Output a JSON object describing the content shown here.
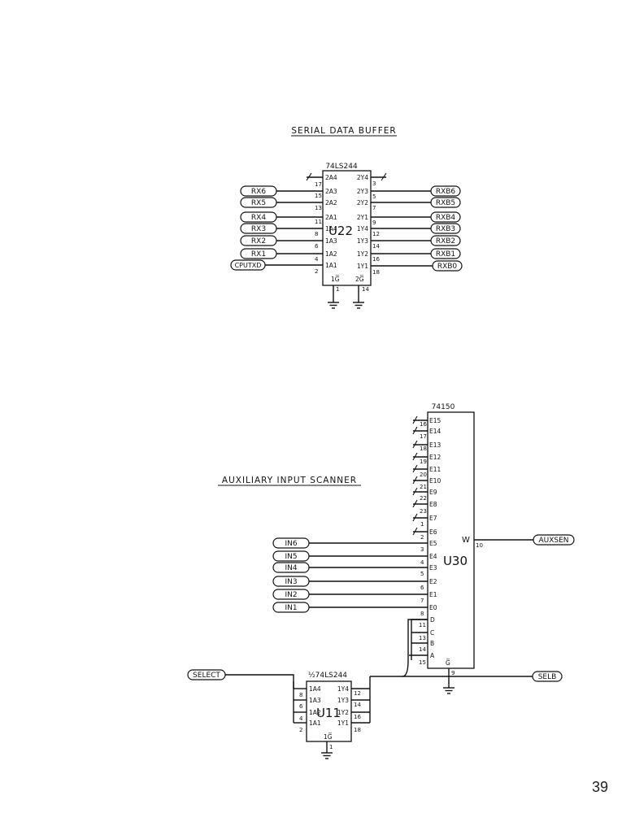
{
  "page_number": "39",
  "buffer": {
    "title": "SERIAL DATA BUFFER",
    "part": "74LS244",
    "ref": "U22",
    "left_pins": [
      {
        "name": "2A4",
        "num": "17",
        "net": ""
      },
      {
        "name": "2A3",
        "num": "15",
        "net": "RX6"
      },
      {
        "name": "2A2",
        "num": "13",
        "net": "RX5"
      },
      {
        "name": "2A1",
        "num": "11",
        "net": "RX4"
      },
      {
        "name": "1A4",
        "num": "8",
        "net": "RX3"
      },
      {
        "name": "1A3",
        "num": "6",
        "net": "RX2"
      },
      {
        "name": "1A2",
        "num": "4",
        "net": "RX1"
      },
      {
        "name": "1A1",
        "num": "2",
        "net": "CPUTXD"
      }
    ],
    "right_pins": [
      {
        "name": "2Y4",
        "num": "3",
        "net": ""
      },
      {
        "name": "2Y3",
        "num": "5",
        "net": "RXB6"
      },
      {
        "name": "2Y2",
        "num": "7",
        "net": "RXB5"
      },
      {
        "name": "2Y1",
        "num": "9",
        "net": "RXB4"
      },
      {
        "name": "1Y4",
        "num": "12",
        "net": "RXB3"
      },
      {
        "name": "1Y3",
        "num": "14",
        "net": "RXB2"
      },
      {
        "name": "1Y2",
        "num": "16",
        "net": "RXB1"
      },
      {
        "name": "1Y1",
        "num": "18",
        "net": "RXB0"
      }
    ],
    "enables": [
      {
        "name": "1G̅",
        "num": "1"
      },
      {
        "name": "2G̅",
        "num": "14"
      }
    ]
  },
  "scanner": {
    "title": "AUXILIARY INPUT SCANNER",
    "part": "74150",
    "ref": "U30",
    "data_pins": [
      {
        "name": "E15",
        "num": "16",
        "net": ""
      },
      {
        "name": "E14",
        "num": "17",
        "net": ""
      },
      {
        "name": "E13",
        "num": "18",
        "net": ""
      },
      {
        "name": "E12",
        "num": "19",
        "net": ""
      },
      {
        "name": "E11",
        "num": "20",
        "net": ""
      },
      {
        "name": "E10",
        "num": "21",
        "net": ""
      },
      {
        "name": "E9",
        "num": "22",
        "net": ""
      },
      {
        "name": "E8",
        "num": "23",
        "net": ""
      },
      {
        "name": "E7",
        "num": "1",
        "net": ""
      },
      {
        "name": "E6",
        "num": "2",
        "net": ""
      },
      {
        "name": "E5",
        "num": "3",
        "net": "IN6"
      },
      {
        "name": "E4",
        "num": "4",
        "net": "IN5"
      },
      {
        "name": "E3",
        "num": "5",
        "net": "IN4"
      },
      {
        "name": "E2",
        "num": "6",
        "net": "IN3"
      },
      {
        "name": "E1",
        "num": "7",
        "net": "IN2"
      },
      {
        "name": "E0",
        "num": "8",
        "net": "IN1"
      }
    ],
    "select_pins": [
      {
        "name": "D",
        "num": "11"
      },
      {
        "name": "C",
        "num": "13"
      },
      {
        "name": "B",
        "num": "14"
      },
      {
        "name": "A",
        "num": "15"
      }
    ],
    "output": {
      "name": "W",
      "num": "10",
      "net": "AUXSEN"
    },
    "strobe": {
      "name": "G̅",
      "num": "9",
      "net": "SELB"
    }
  },
  "half_buffer": {
    "part": "½74LS244",
    "ref": "U11",
    "input_net": "SELECT",
    "left_pins": [
      {
        "name": "1A4",
        "num": "8"
      },
      {
        "name": "1A3",
        "num": "6"
      },
      {
        "name": "1A2",
        "num": "4"
      },
      {
        "name": "1A1",
        "num": "2"
      }
    ],
    "right_pins": [
      {
        "name": "1Y4",
        "num": "12"
      },
      {
        "name": "1Y3",
        "num": "14"
      },
      {
        "name": "1Y2",
        "num": "16"
      },
      {
        "name": "1Y1",
        "num": "18"
      }
    ],
    "enable": {
      "name": "1G̅",
      "num": "1"
    }
  }
}
